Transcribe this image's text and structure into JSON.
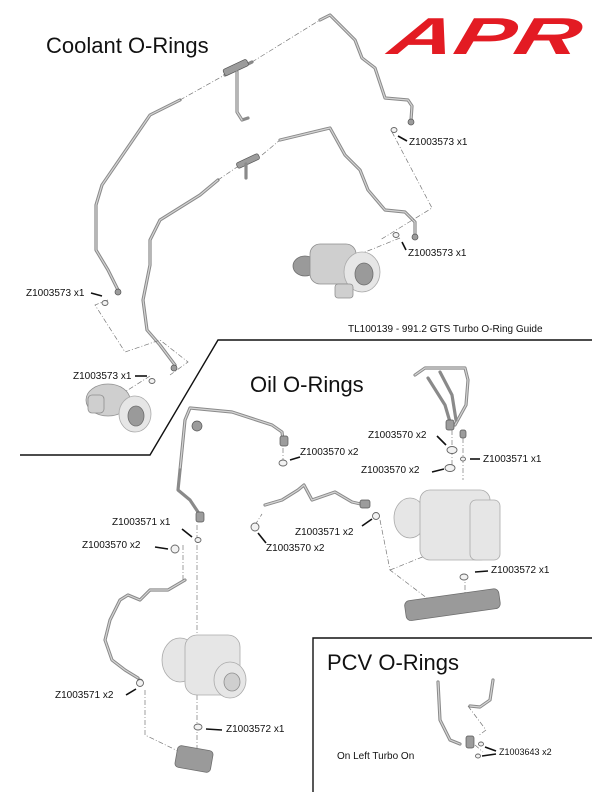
{
  "brand": {
    "logo_text": "APR",
    "logo_color": "#e31b23"
  },
  "guide_title": "TL100139 - 991.2 GTS Turbo O-Ring Guide",
  "sections": {
    "coolant": {
      "title": "Coolant O-Rings",
      "labels": [
        {
          "part": "Z1003573",
          "qty": "x1"
        },
        {
          "part": "Z1003573",
          "qty": "x1"
        },
        {
          "part": "Z1003573",
          "qty": "x1"
        },
        {
          "part": "Z1003573",
          "qty": "x1"
        }
      ]
    },
    "oil": {
      "title": "Oil O-Rings",
      "labels": [
        {
          "part": "Z1003570",
          "qty": "x2"
        },
        {
          "part": "Z1003570",
          "qty": "x2"
        },
        {
          "part": "Z1003571",
          "qty": "x1"
        },
        {
          "part": "Z1003570",
          "qty": "x2"
        },
        {
          "part": "Z1003571",
          "qty": "x2"
        },
        {
          "part": "Z1003570",
          "qty": "x2"
        },
        {
          "part": "Z1003572",
          "qty": "x1"
        },
        {
          "part": "Z1003571",
          "qty": "x1"
        },
        {
          "part": "Z1003570",
          "qty": "x2"
        },
        {
          "part": "Z1003571",
          "qty": "x2"
        },
        {
          "part": "Z1003572",
          "qty": "x1"
        }
      ]
    },
    "pcv": {
      "title": "PCV O-Rings",
      "note": "On Left Turbo On",
      "labels": [
        {
          "part": "Z1003643",
          "qty": "x2"
        }
      ]
    }
  }
}
